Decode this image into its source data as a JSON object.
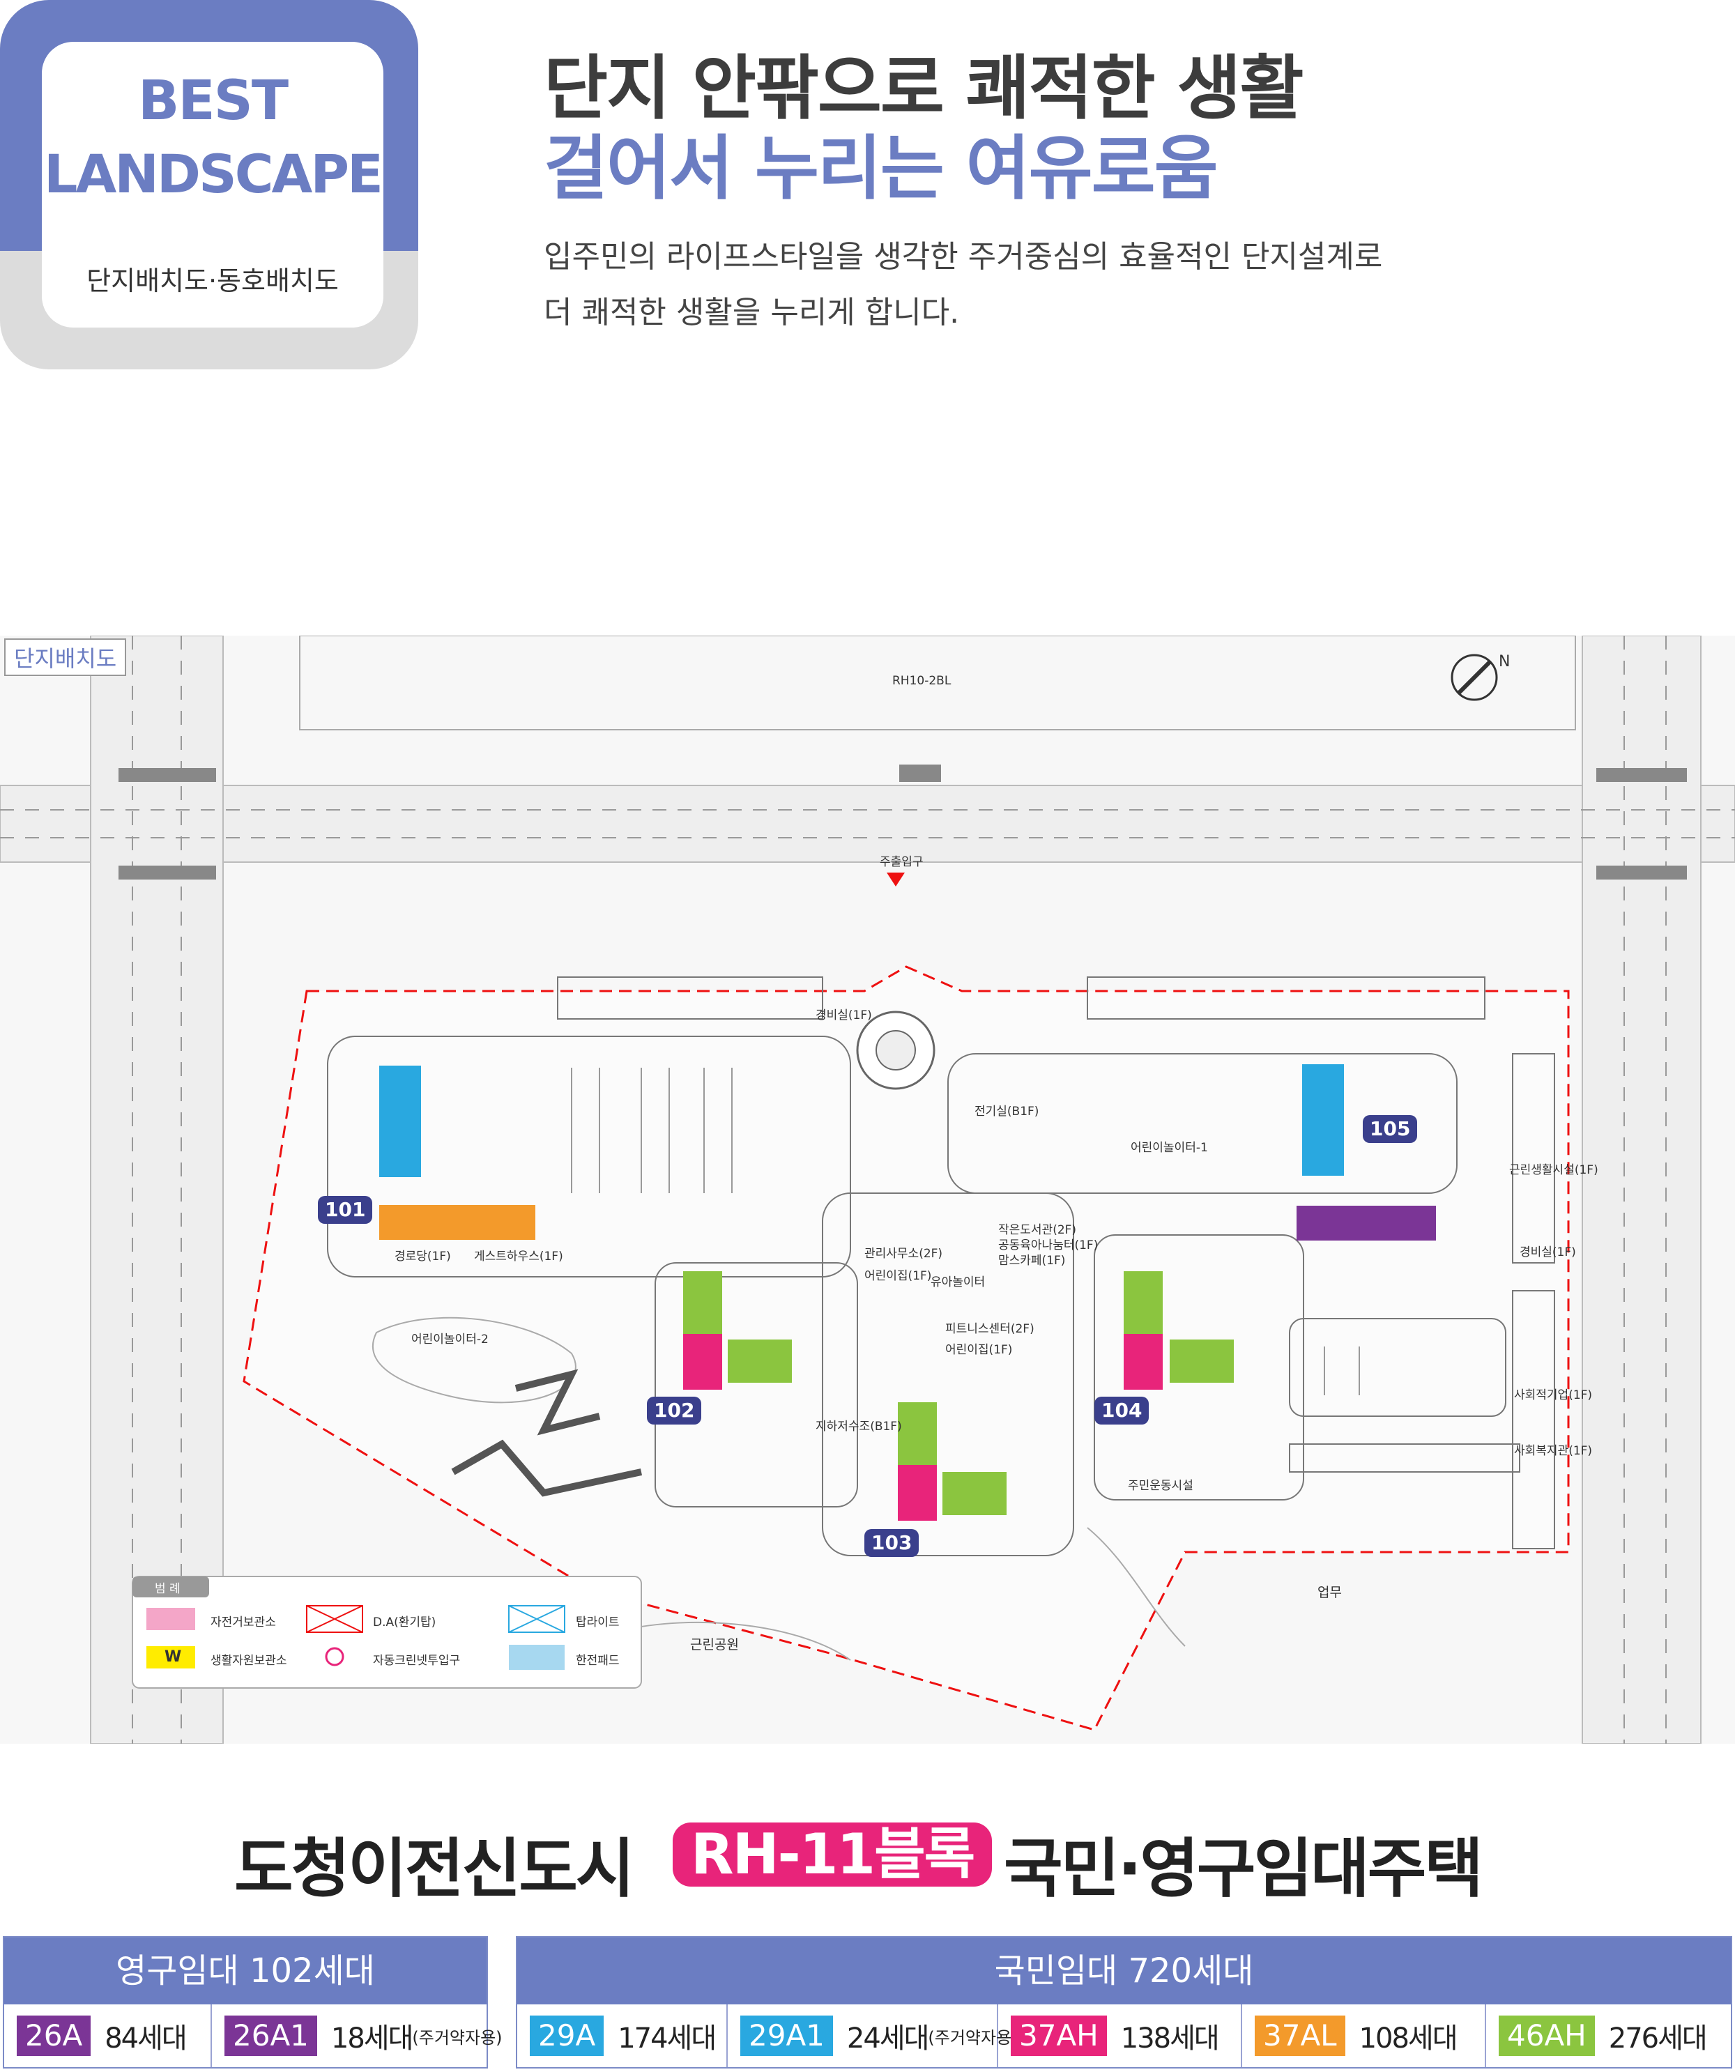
{
  "badge": {
    "line1": "BEST",
    "line2": "LANDSCAPE",
    "subtitle": "단지배치도·동호배치도"
  },
  "headline": {
    "line1": "단지 안팎으로 쾌적한 생활",
    "line2": "걸어서 누리는 여유로움"
  },
  "description": {
    "line1": "입주민의 라이프스타일을 생각한 주거중심의 효율적인 단지설계로",
    "line2": "더 쾌적한 생활을 누리게 합니다."
  },
  "map": {
    "tag": "단지배치도",
    "top_block": "RH10-2BL",
    "entrance": "주출입구",
    "north": "N",
    "labels": {
      "guard1": "경비실(1F)",
      "electric": "전기실(B1F)",
      "playground1": "어린이놀이터-1",
      "senior": "경로당(1F)",
      "guesthouse": "게스트하우스(1F)",
      "playground2": "어린이놀이터-2",
      "office": "관리사무소(2F)",
      "daycare1": "어린이집(1F)",
      "kids": "유아놀이터",
      "library": "작은도서관(2F)",
      "childcare": "공동육아나눔터(1F)",
      "cafe": "맘스카페(1F)",
      "fitness": "피트니스센터(2F)",
      "daycare2": "어린이집(1F)",
      "water": "지하저수조(B1F)",
      "neighborhood": "근린생활시설(1F)",
      "guard2": "경비실(1F)",
      "social_company": "사회적기업(1F)",
      "welfare": "사회복지관(1F)",
      "sports": "주민운동시설",
      "business": "업무",
      "park": "근린공원"
    },
    "buildings": [
      "101",
      "102",
      "103",
      "104",
      "105"
    ],
    "legend": {
      "title": "범 례",
      "items": [
        "자전거보관소",
        "D.A(환기탑)",
        "탑라이트",
        "생활자원보관소",
        "자동크린넷투입구",
        "한전패드"
      ],
      "w": "W"
    }
  },
  "title": {
    "part1": "도청이전신도시",
    "highlight": "RH-11블록",
    "part2": "국민·영구임대주택"
  },
  "tables": {
    "permanent": {
      "header": "영구임대 102세대",
      "items": [
        {
          "type": "26A",
          "count": "84세대",
          "note": "",
          "color": "#7b3596"
        },
        {
          "type": "26A1",
          "count": "18세대",
          "note": "(주거약자용)",
          "color": "#7b3596"
        }
      ]
    },
    "national": {
      "header": "국민임대 720세대",
      "items": [
        {
          "type": "29A",
          "count": "174세대",
          "note": "",
          "color": "#29a8e0"
        },
        {
          "type": "29A1",
          "count": "24세대",
          "note": "(주거약자용)",
          "color": "#29a8e0"
        },
        {
          "type": "37AH",
          "count": "138세대",
          "note": "",
          "color": "#e8247a"
        },
        {
          "type": "37AL",
          "count": "108세대",
          "note": "",
          "color": "#f39a2b"
        },
        {
          "type": "46AH",
          "count": "276세대",
          "note": "",
          "color": "#8bc53f"
        }
      ]
    }
  },
  "colors": {
    "accent": "#6b7dc2",
    "magenta": "#e8247a",
    "purple": "#7b3596",
    "blue": "#29a8e0",
    "orange": "#f39a2b",
    "green": "#8bc53f",
    "building": "#3a3f8c"
  }
}
